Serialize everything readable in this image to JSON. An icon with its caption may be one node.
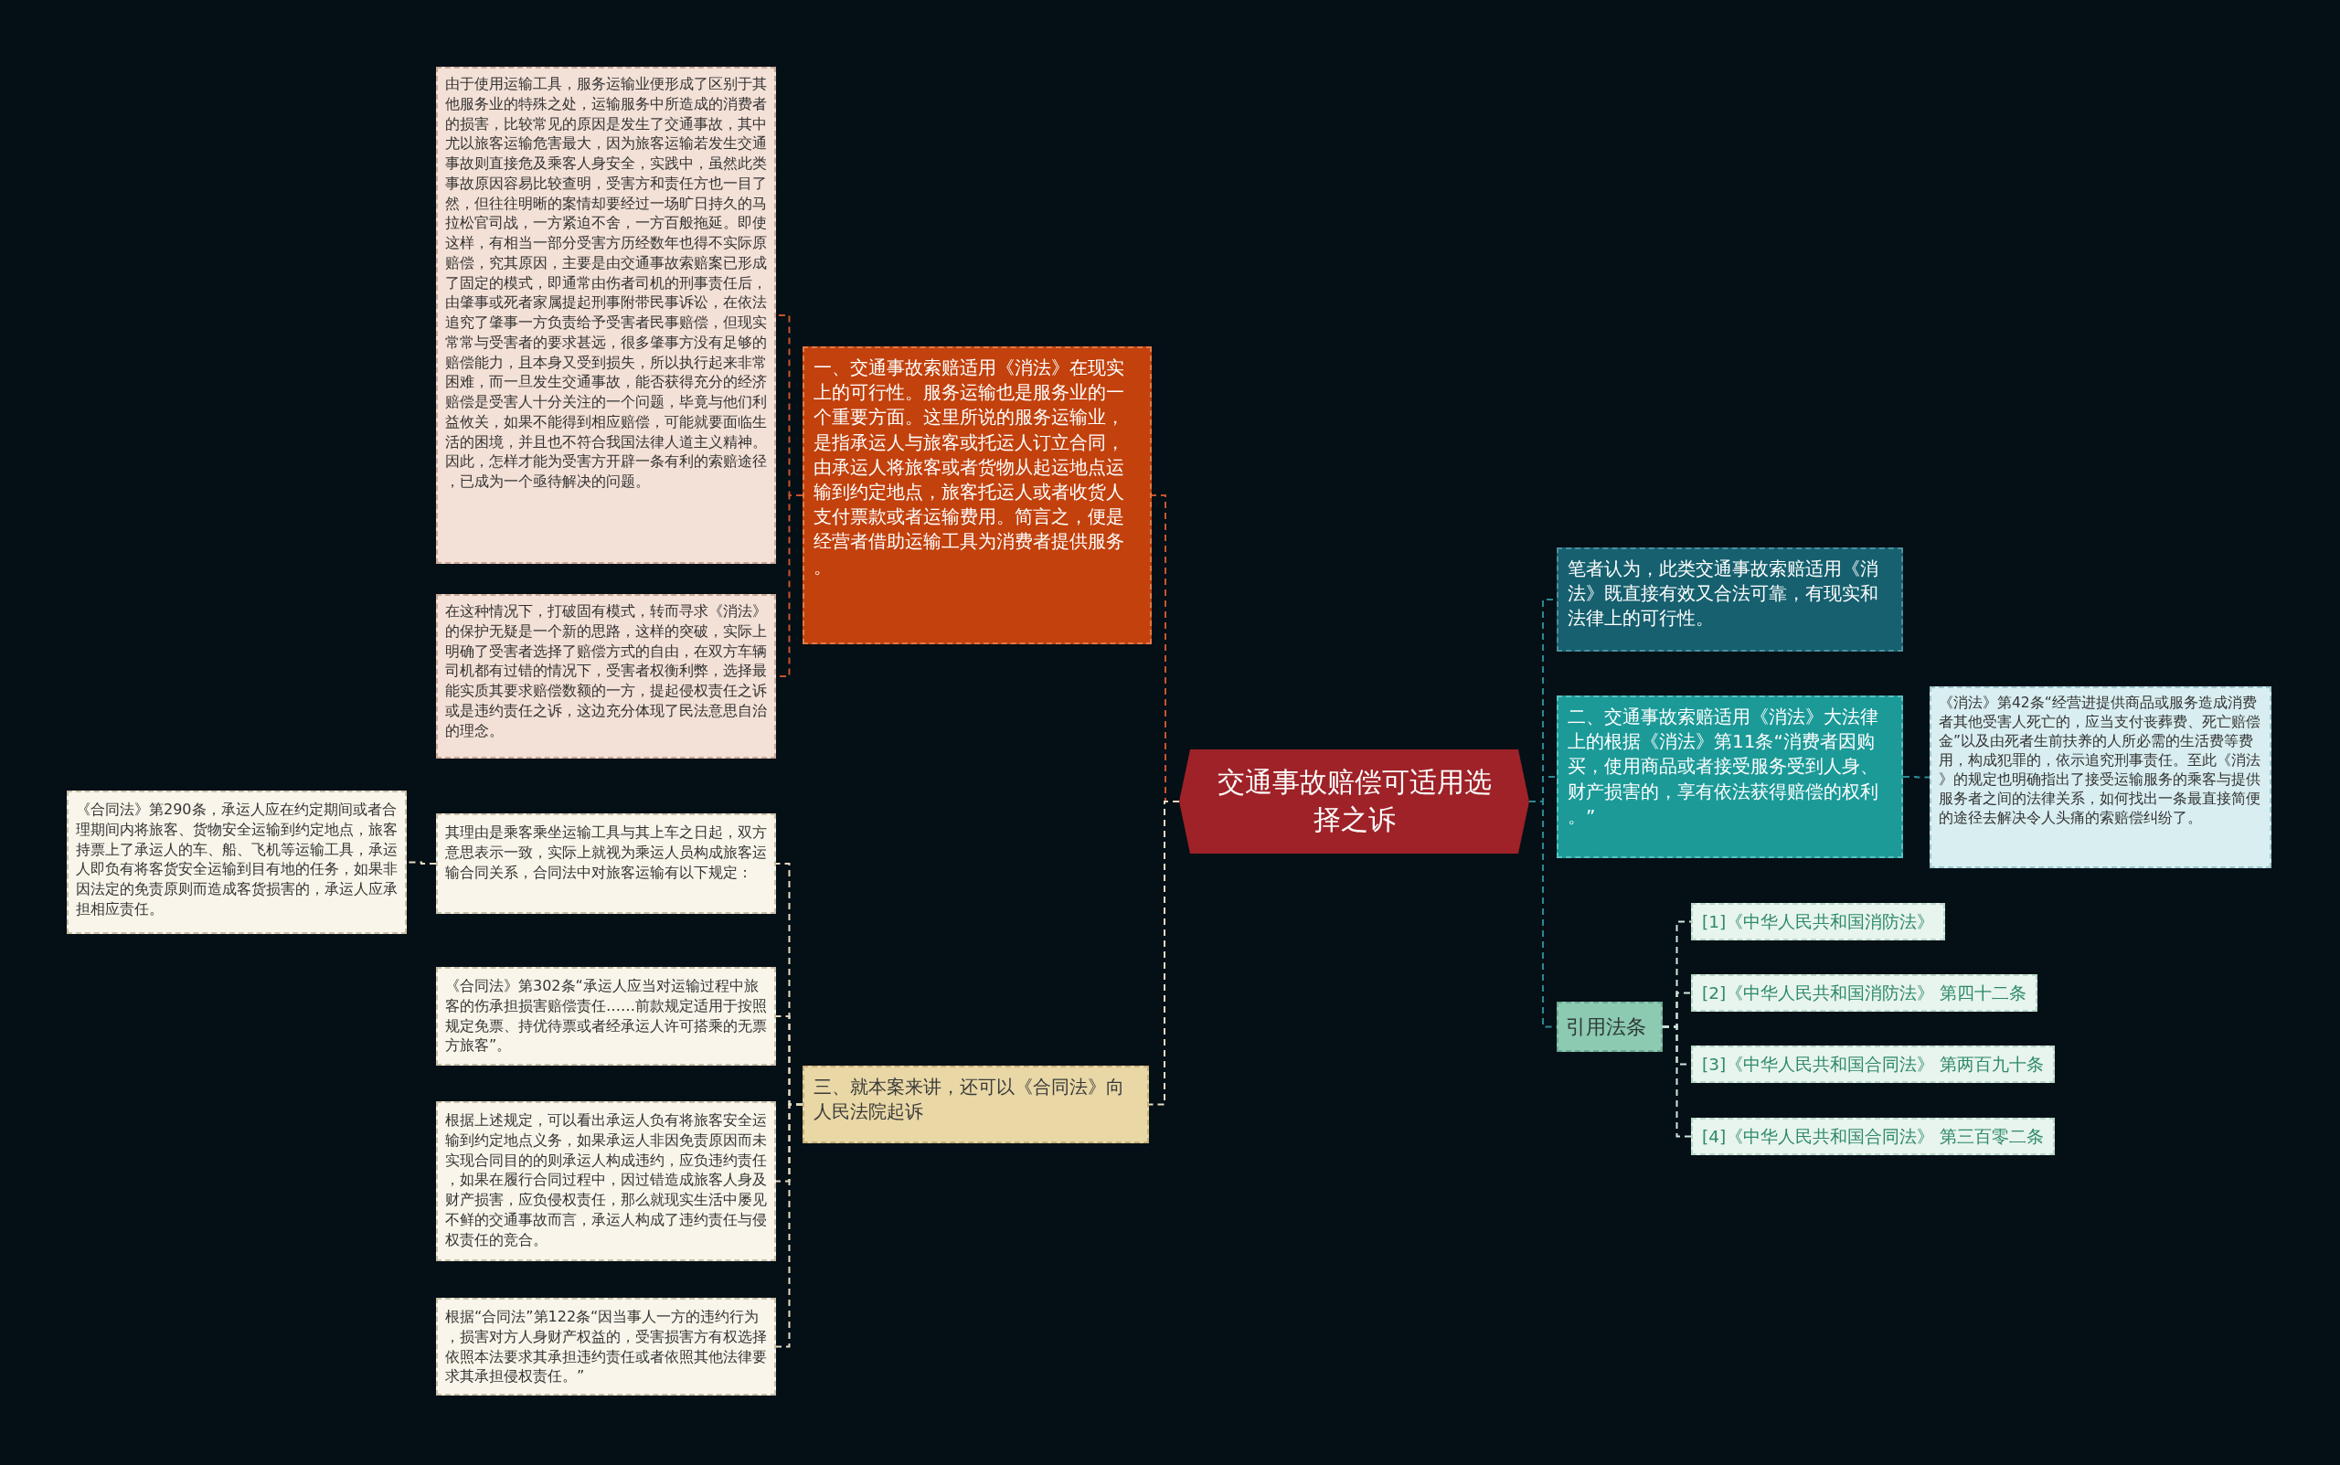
{
  "diagram": {
    "nodes": [
      {
        "text": [
          "交通事故赔偿可适用选择之诉"
        ]
      },
      {
        "text": [
          "一、交通事故索赔适用《消法》在现实上的可行性。服务运输也是服务业的一个重要方面。这里所说的服务运输业，是指承运人与旅客或托运人订立合同，由承运人将旅客或者货物从起运地点运输到约定地点，旅客托运人或者收货人支付票款或者运输费用。简言之，便是经营者借助运输工具为消费者提供服务。"
        ]
      },
      {
        "text": [
          "由于使用运输工具，服务运输业便形成了区别于其他服务业的特殊之处，运输服务中所造成的消费者的损害，比较常见的原因是发生了交通事故，其中尤以旅客运输危害最大，因为旅客运输若发生交通事故则直接危及乘客人身安全，实践中，虽然此类事故原因容易比较查明，受害方和责任方也一目了然，但往往明晰的案情却要经过一场旷日持久的马拉松官司战，一方紧迫不舍，一方百般拖延。即使这样，有相当一部分受害方历经数年也得不实际原赔偿，究其原因，主要是由交通事故索赔案已形成了固定的模式，即通常由伤者司机的刑事责任后，由肇事或死者家属提起刑事附带民事诉讼，在依法追究了肇事一方负责给予受害者民事赔偿，但现实常常与受害者的要求甚远，很多肇事方没有足够的赔偿能力，且本身又受到损失，所以执行起来非常困难，而一旦发生交通事故，能否获得充分的经济赔偿是受害人十分关注的一个问题，毕竟与他们利益攸关，如果不能得到相应赔偿，可能就要面临生活的困境，并且也不符合我国法律人道主义精神。因此，怎样才能为受害方开辟一条有利的索赔途径，已成为一个亟待解决的问题。"
        ]
      },
      {
        "text": [
          "在这种情况下，打破固有模式，转而寻求《消法》的保护无疑是一个新的思路，这样的突破，实际上明确了受害者选择了赔偿方式的自由，在双方车辆司机都有过错的情况下，受害者权衡利弊，选择最能实质其要求赔偿数额的一方，提起侵权责任之诉或是违约责任之诉，这边充分体现了民法意思自治的理念。"
        ]
      },
      {
        "text": [
          "三、就本案来讲，还可以《合同法》向人民法院起诉"
        ]
      },
      {
        "text": [
          "其理由是乘客乘坐运输工具与其上车之日起，双方意思表示一致，实际上就视为乘运人员构成旅客运输合同关系，合同法中对旅客运输有以下规定："
        ]
      },
      {
        "text": [
          "《合同法》第290条，承运人应在约定期间或者合理期间内将旅客、货物安全运输到约定地点，旅客持票上了承运人的车、船、飞机等运输工具，承运人即负有将客货安全运输到目有地的任务，如果非因法定的免责原则而造成客货损害的，承运人应承担相应责任。"
        ]
      },
      {
        "text": [
          "《合同法》第302条“承运人应当对运输过程中旅客的伤承担损害赔偿责任……前款规定适用于按照规定免票、持优待票或者经承运人许可搭乘的无票方旅客”。"
        ]
      },
      {
        "text": [
          "根据上述规定，可以看出承运人负有将旅客安全运输到约定地点义务，如果承运人非因免责原因而未实现合同目的的则承运人构成违约，应负违约责任，如果在履行合同过程中，因过错造成旅客人身及财产损害，应负侵权责任，那么就现实生活中屡见不鲜的交通事故而言，承运人构成了违约责任与侵权责任的竞合。"
        ]
      },
      {
        "text": [
          "根据“合同法”第122条“因当事人一方的违约行为，损害对方人身财产权益的，受害损害方有权选择依照本法要求其承担违约责任或者依照其他法律要求其承担侵权责任。”"
        ]
      },
      {
        "text": [
          "笔者认为，此类交通事故索赔适用《消法》既直接有效又合法可靠，有现实和法律上的可行性。"
        ]
      },
      {
        "text": [
          "二、交通事故索赔适用《消法》大法律上的根据《消法》第11条“消费者因购买，使用商品或者接受服务受到人身、财产损害的，享有依法获得赔偿的权利。”"
        ]
      },
      {
        "text": [
          "《消法》第42条“经营进提供商品或服务造成消费者其他受害人死亡的，应当支付丧葬费、死亡赔偿金”以及由死者生前扶养的人所必需的生活费等费用，构成犯罪的，依示追究刑事责任。至此《消法》的规定也明确指出了接受运输服务的乘客与提供服务者之间的法律关系，如何找出一条最直接简便的途径去解决令人头痛的索赔偿纠纷了。"
        ]
      },
      {
        "text": [
          "引用法条"
        ]
      },
      {
        "text": [
          "[1]《中华人民共和国消防法》"
        ]
      },
      {
        "text": [
          "[2]《中华人民共和国消防法》 第四十二条"
        ]
      },
      {
        "text": [
          "[3]《中华人民共和国合同法》 第两百九十条"
        ]
      },
      {
        "text": [
          "[4]《中华人民共和国合同法》 第三百零二条"
        ]
      }
    ],
    "edges": [
      {
        "from": 0,
        "to": 1,
        "arrow": "none",
        "color": "#c8552a"
      },
      {
        "from": 1,
        "to": 2,
        "arrow": "none",
        "color": "#c8552a"
      },
      {
        "from": 1,
        "to": 3,
        "arrow": "none",
        "color": "#c8552a"
      },
      {
        "from": 0,
        "to": 4,
        "arrow": "none"
      },
      {
        "from": 4,
        "to": 5,
        "arrow": "none"
      },
      {
        "from": 5,
        "to": 6,
        "arrow": "none"
      },
      {
        "from": 4,
        "to": 7,
        "arrow": "none"
      },
      {
        "from": 4,
        "to": 8,
        "arrow": "none"
      },
      {
        "from": 4,
        "to": 9,
        "arrow": "none"
      },
      {
        "from": 0,
        "to": 10,
        "arrow": "none",
        "color": "#2a8a94"
      },
      {
        "from": 0,
        "to": 11,
        "arrow": "none",
        "color": "#2a8a94"
      },
      {
        "from": 11,
        "to": 12,
        "arrow": "none",
        "color": "#2a8a94"
      },
      {
        "from": 0,
        "to": 13,
        "arrow": "none",
        "color": "#2a8a94"
      },
      {
        "from": 13,
        "to": 14,
        "arrow": "none",
        "color": "#cfe8dc"
      },
      {
        "from": 13,
        "to": 15,
        "arrow": "none",
        "color": "#cfe8dc"
      },
      {
        "from": 13,
        "to": 16,
        "arrow": "none",
        "color": "#cfe8dc"
      },
      {
        "from": 13,
        "to": 17,
        "arrow": "none",
        "color": "#cfe8dc"
      }
    ]
  }
}
